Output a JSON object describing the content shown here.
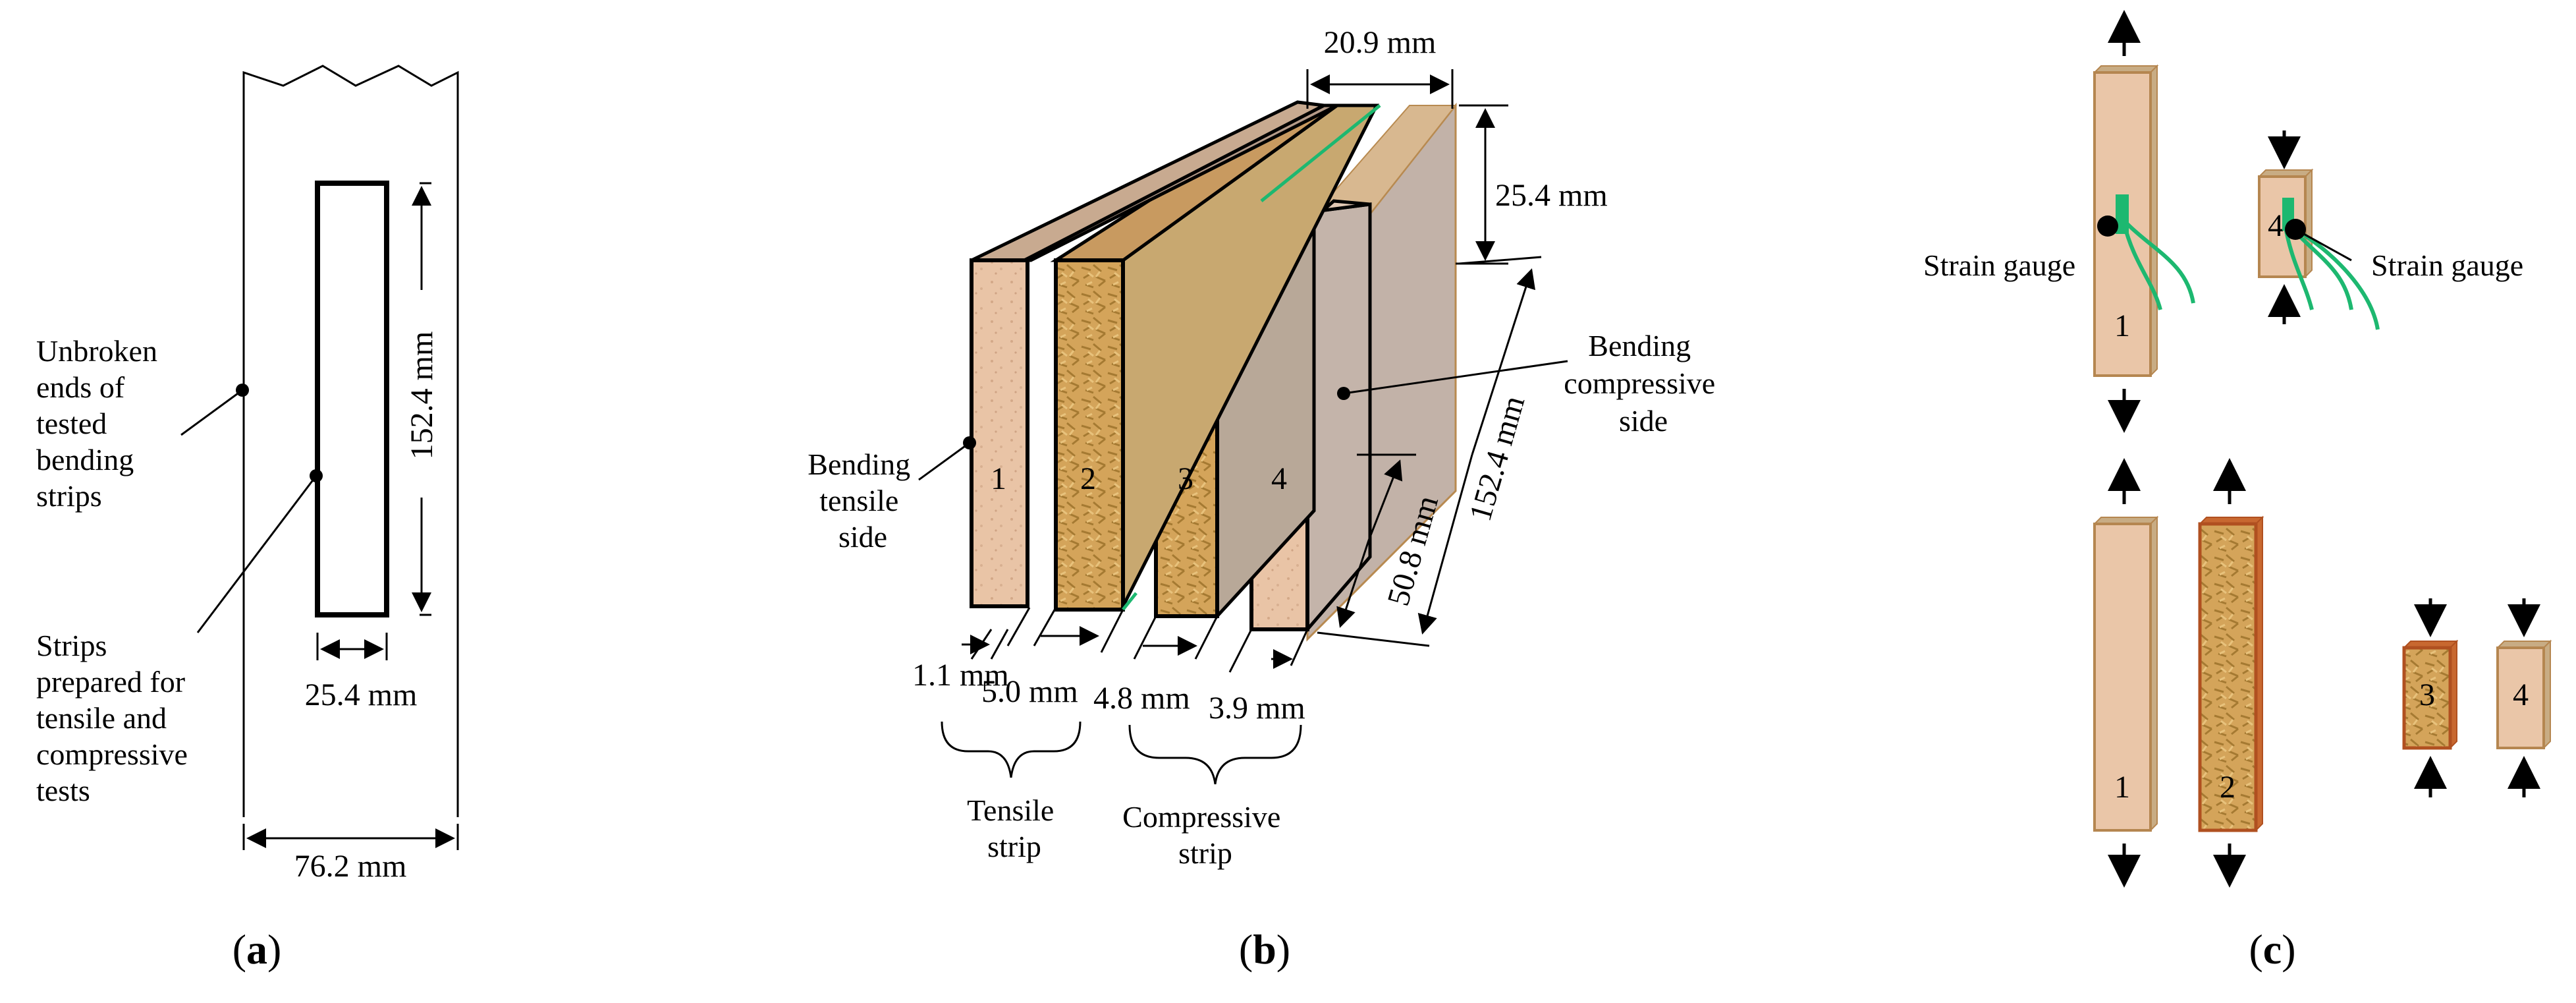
{
  "panel_a": {
    "dim_height": "152.4 mm",
    "dim_strip_width": "25.4 mm",
    "dim_total_width": "76.2 mm",
    "label_unbroken": [
      "Unbroken",
      "ends of",
      "tested",
      "bending",
      "strips"
    ],
    "label_strips": [
      "Strips",
      "prepared for",
      "tensile and",
      "compressive",
      "tests"
    ],
    "caption": "(a)"
  },
  "panel_b": {
    "dim_top": "20.9 mm",
    "dim_right_top": "25.4 mm",
    "dim_length": "152.4 mm",
    "dim_mid": "50.8 mm",
    "dim_t1": "1.1 mm",
    "dim_t2": "5.0 mm",
    "dim_t3": "4.8 mm",
    "dim_t4": "3.9 mm",
    "label_tensile_side": [
      "Bending",
      "tensile",
      "side"
    ],
    "label_compressive_side": [
      "Bending",
      "compressive",
      "side"
    ],
    "label_tensile_strip": [
      "Tensile",
      "strip"
    ],
    "label_compressive_strip": [
      "Compressive",
      "strip"
    ],
    "strip_numbers": [
      "1",
      "2",
      "3",
      "4"
    ],
    "caption": "(b)"
  },
  "panel_c": {
    "strain_gauge_left": "Strain gauge",
    "strain_gauge_right": "Strain gauge",
    "top_numbers": [
      "1",
      "4"
    ],
    "bottom_numbers": [
      "1",
      "2",
      "3",
      "4"
    ],
    "caption": "(c)"
  },
  "colors": {
    "light_strip": "#ebc8b0",
    "dark_strip": "#c8a050",
    "gauge": "#1db870",
    "outline": "#000000"
  }
}
